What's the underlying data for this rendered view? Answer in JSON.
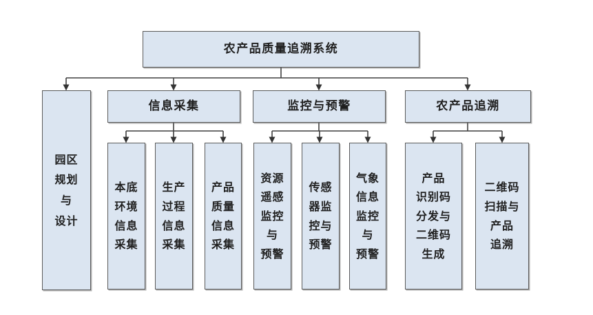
{
  "colors": {
    "box_fill": "#dbe5f1",
    "box_border": "#595959",
    "connector_line": "#3f3f3f",
    "text": "#1f1f1f",
    "background": "#ffffff"
  },
  "root": {
    "label": "农产品质量追溯系统"
  },
  "park": {
    "label": "园区\n规划\n与\n设计"
  },
  "branches": [
    {
      "label": "信息采集",
      "children": [
        "本底\n环境\n信息\n采集",
        "生产\n过程\n信息\n采集",
        "产品\n质量\n信息\n采集"
      ]
    },
    {
      "label": "监控与预警",
      "children": [
        "资源\n遥感\n监控\n与\n预警",
        "传感\n器监\n控与\n预警",
        "气象\n信息\n监控\n与\n预警"
      ]
    },
    {
      "label": "农产品追溯",
      "children": [
        "产品\n识别码\n分发与\n二维码\n生成",
        "二维码\n扫描与\n产品\n追溯"
      ]
    }
  ]
}
